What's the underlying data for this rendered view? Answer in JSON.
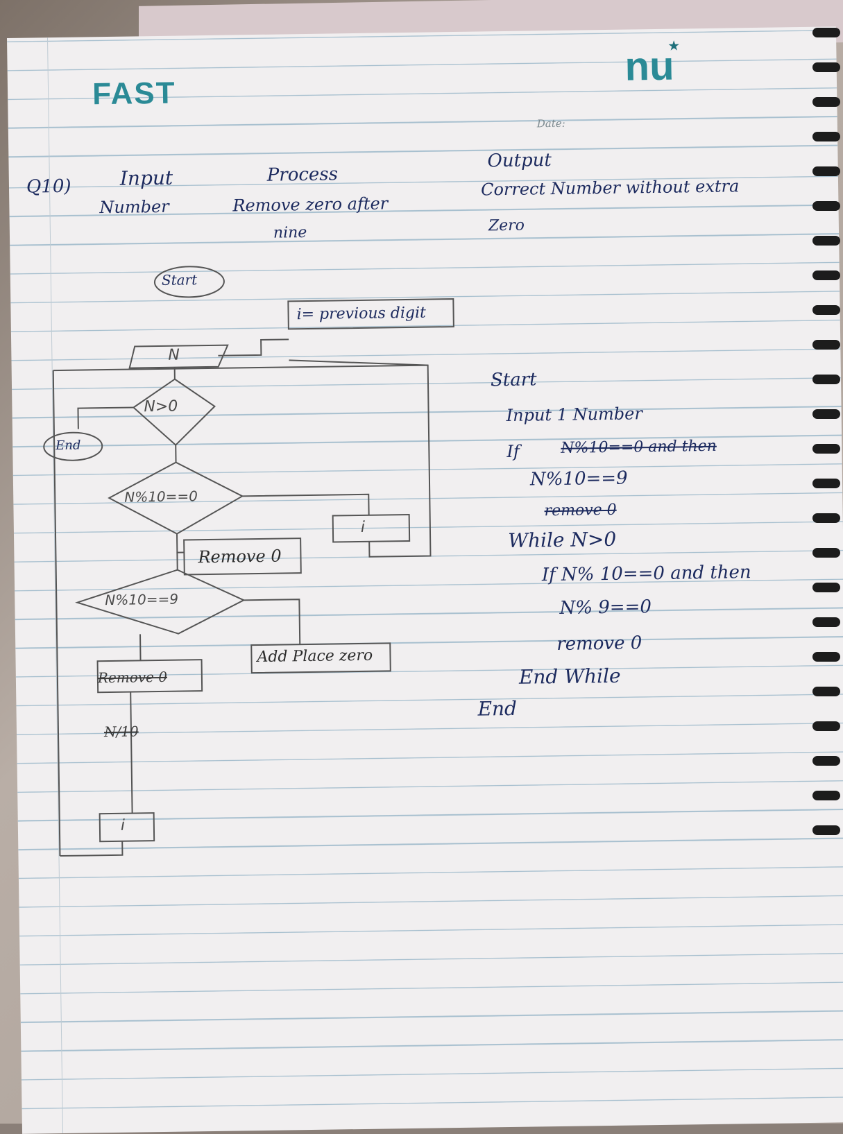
{
  "header": {
    "brand_left": "FAST",
    "brand_right": "nu",
    "date_label": "Date:"
  },
  "question": {
    "number": "Q10)",
    "columns": {
      "input_title": "Input",
      "input_value": "Number",
      "process_title": "Process",
      "process_line1": "Remove zero after",
      "process_line2": "nine",
      "output_title": "Output",
      "output_line1": "Correct Number without extra",
      "output_line2": "Zero"
    }
  },
  "flowchart": {
    "start": "Start",
    "input": "N",
    "note": "i= previous digit",
    "cond1": "N>0",
    "end": "End",
    "cond2": "N%10==0",
    "box_i_right": "i",
    "remove": "Remove 0",
    "cond3": "N%10==9",
    "add_place": "Add Place zero",
    "crossed_remove": "Remove 0",
    "crossed_n": "N/10",
    "box_i_bottom": "i"
  },
  "pseudocode": {
    "lines": [
      "Start",
      "Input 1 Number",
      "If",
      "N%10==0 and then",
      "N%10==9",
      "remove 0",
      "While N>0",
      "If N% 10==0 and then",
      "N% 9==0",
      "remove 0",
      "End While",
      "End"
    ]
  }
}
